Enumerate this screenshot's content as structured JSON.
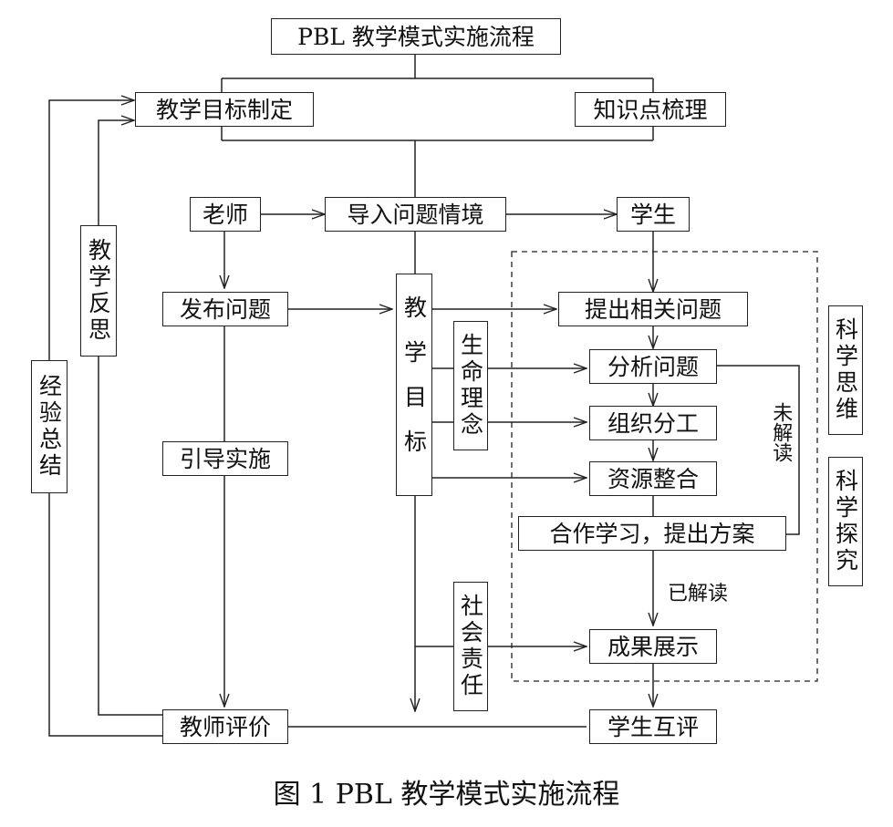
{
  "title": "PBL 教学模式实施流程",
  "caption": "图 1 PBL 教学模式实施流程",
  "nodes": {
    "goal_setting": "教学目标制定",
    "knowledge_sorting": "知识点梳理",
    "teacher": "老师",
    "intro_scenario": "导入问题情境",
    "student": "学生",
    "publish_problem": "发布问题",
    "teaching_goal": "教学目标",
    "raise_problem": "提出相关问题",
    "life_concept": "生命理念",
    "analyze_problem": "分析问题",
    "organize_division": "组织分工",
    "resource_integration": "资源整合",
    "cooperative_learning": "合作学习，提出方案",
    "guide_implementation": "引导实施",
    "show_results": "成果展示",
    "social_responsibility": "社会责任",
    "teacher_evaluation": "教师评价",
    "peer_evaluation": "学生互评",
    "teaching_reflection": "教学反思",
    "experience_summary": "经验总结",
    "scientific_thinking": "科学思维",
    "scientific_inquiry": "科学探究"
  },
  "edge_labels": {
    "not_understood": "未解读",
    "understood": "已解读"
  }
}
